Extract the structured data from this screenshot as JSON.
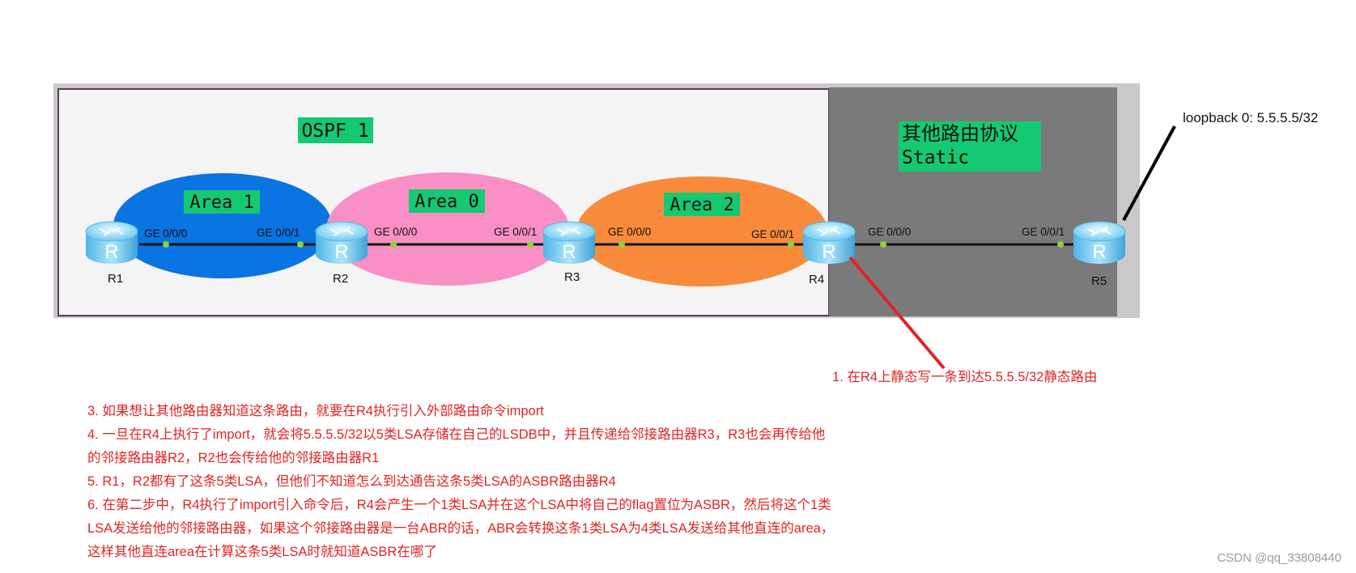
{
  "ospf_domain": {
    "label": "OSPF 1"
  },
  "other_protocol": {
    "line1": "其他路由协议",
    "line2": "Static"
  },
  "areas": [
    {
      "label": "Area 1",
      "color": "#0a74e2"
    },
    {
      "label": "Area 0",
      "color": "#f98fc4"
    },
    {
      "label": "Area 2",
      "color": "#f98a3c"
    }
  ],
  "routers": [
    {
      "name": "R1",
      "icon_letter": "R"
    },
    {
      "name": "R2",
      "icon_letter": "R"
    },
    {
      "name": "R3",
      "icon_letter": "R"
    },
    {
      "name": "R4",
      "icon_letter": "R"
    },
    {
      "name": "R5",
      "icon_letter": "R"
    }
  ],
  "interfaces": {
    "r1_right": "GE 0/0/0",
    "r2_left": "GE 0/0/1",
    "r2_right": "GE 0/0/0",
    "r3_left": "GE 0/0/1",
    "r3_right": "GE 0/0/0",
    "r4_left": "GE 0/0/1",
    "r4_right": "GE 0/0/0",
    "r5_left": "GE 0/0/1"
  },
  "loopback": {
    "label": "loopback 0:  5.5.5.5/32"
  },
  "callout": {
    "text": "1.   在R4上静态写一条到达5.5.5.5/32静态路由"
  },
  "notes": [
    "3. 如果想让其他路由器知道这条路由，就要在R4执行引入外部路由命令import",
    "4. 一旦在R4上执行了import，就会将5.5.5.5/32以5类LSA存储在自己的LSDB中，并且传递给邻接路由器R3，R3也会再传给他",
    "的邻接路由器R2，R2也会传给他的邻接路由器R1",
    "5. R1，R2都有了这条5类LSA，但他们不知道怎么到达通告这条5类LSA的ASBR路由器R4",
    "6. 在第二步中，R4执行了import引入命令后，R4会产生一个1类LSA并在这个LSA中将自己的flag置位为ASBR，然后将这个1类",
    "LSA发送给他的邻接路由器，如果这个邻接路由器是一台ABR的话，ABR会转换这条1类LSA为4类LSA发送给其他直连的area，",
    "这样其他直连area在计算这条5类LSA时就知道ASBR在哪了"
  ],
  "watermark": "CSDN @qq_33808440",
  "colors": {
    "label_bg": "#14c972",
    "link": "#111111",
    "port_dot": "#8fd13a",
    "red_annotation": "#e02424",
    "other_region": "#7a7a7a"
  }
}
